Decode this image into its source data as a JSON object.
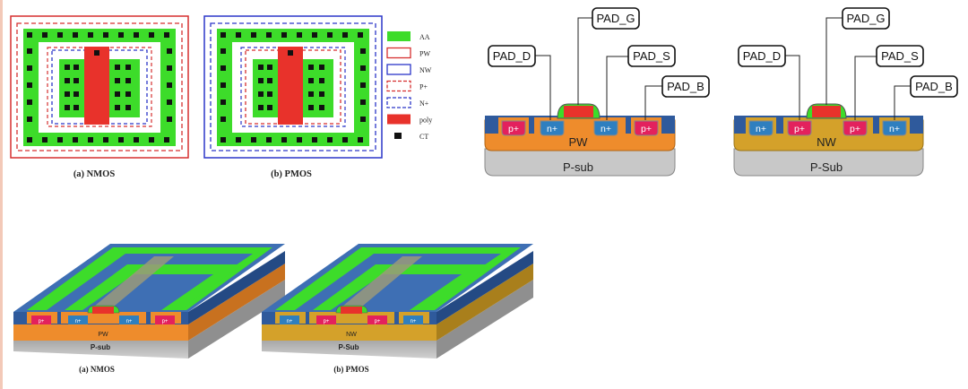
{
  "layout_views": {
    "nmos_caption": "(a) NMOS",
    "pmos_caption": "(b) PMOS"
  },
  "legend": {
    "items": [
      {
        "label": "AA",
        "style": "fill",
        "color": "#3ddc2a"
      },
      {
        "label": "PW",
        "style": "solid",
        "color": "#d62f2f"
      },
      {
        "label": "NW",
        "style": "solid",
        "color": "#2b36c8"
      },
      {
        "label": "P+",
        "style": "dashed",
        "color": "#d62f2f"
      },
      {
        "label": "N+",
        "style": "dashed",
        "color": "#2b36c8"
      },
      {
        "label": "poly",
        "style": "fill",
        "color": "#e8322b"
      },
      {
        "label": "CT",
        "style": "fill",
        "color": "#111111"
      }
    ]
  },
  "cross_sections": {
    "nmos": {
      "pads": {
        "drain": "PAD_D",
        "gate": "PAD_G",
        "source": "PAD_S",
        "body": "PAD_B"
      },
      "regions": [
        "p+",
        "n+",
        "n+",
        "p+"
      ],
      "well": "PW",
      "substrate": "P-sub"
    },
    "pmos": {
      "pads": {
        "drain": "PAD_D",
        "gate": "PAD_G",
        "source": "PAD_S",
        "body": "PAD_B"
      },
      "regions": [
        "n+",
        "p+",
        "p+",
        "n+"
      ],
      "well": "NW",
      "substrate": "P-Sub"
    }
  },
  "iso_views": {
    "nmos": {
      "caption": "(a) NMOS",
      "well": "PW",
      "substrate": "P-sub",
      "regions": [
        "p+",
        "n+",
        "n+",
        "p+"
      ]
    },
    "pmos": {
      "caption": "(b) PMOS",
      "well": "NW",
      "substrate": "P-Sub",
      "regions": [
        "n+",
        "p+",
        "p+",
        "n+"
      ]
    }
  },
  "colors": {
    "active": "#3ddc2a",
    "poly": "#e8322b",
    "nplus": "#2f7fbf",
    "pplus": "#e3215d",
    "pwell": "#ee8c2c",
    "nwell": "#d4a12a",
    "substrate": "#c8c8c8",
    "oxide": "#2f5a9c"
  }
}
